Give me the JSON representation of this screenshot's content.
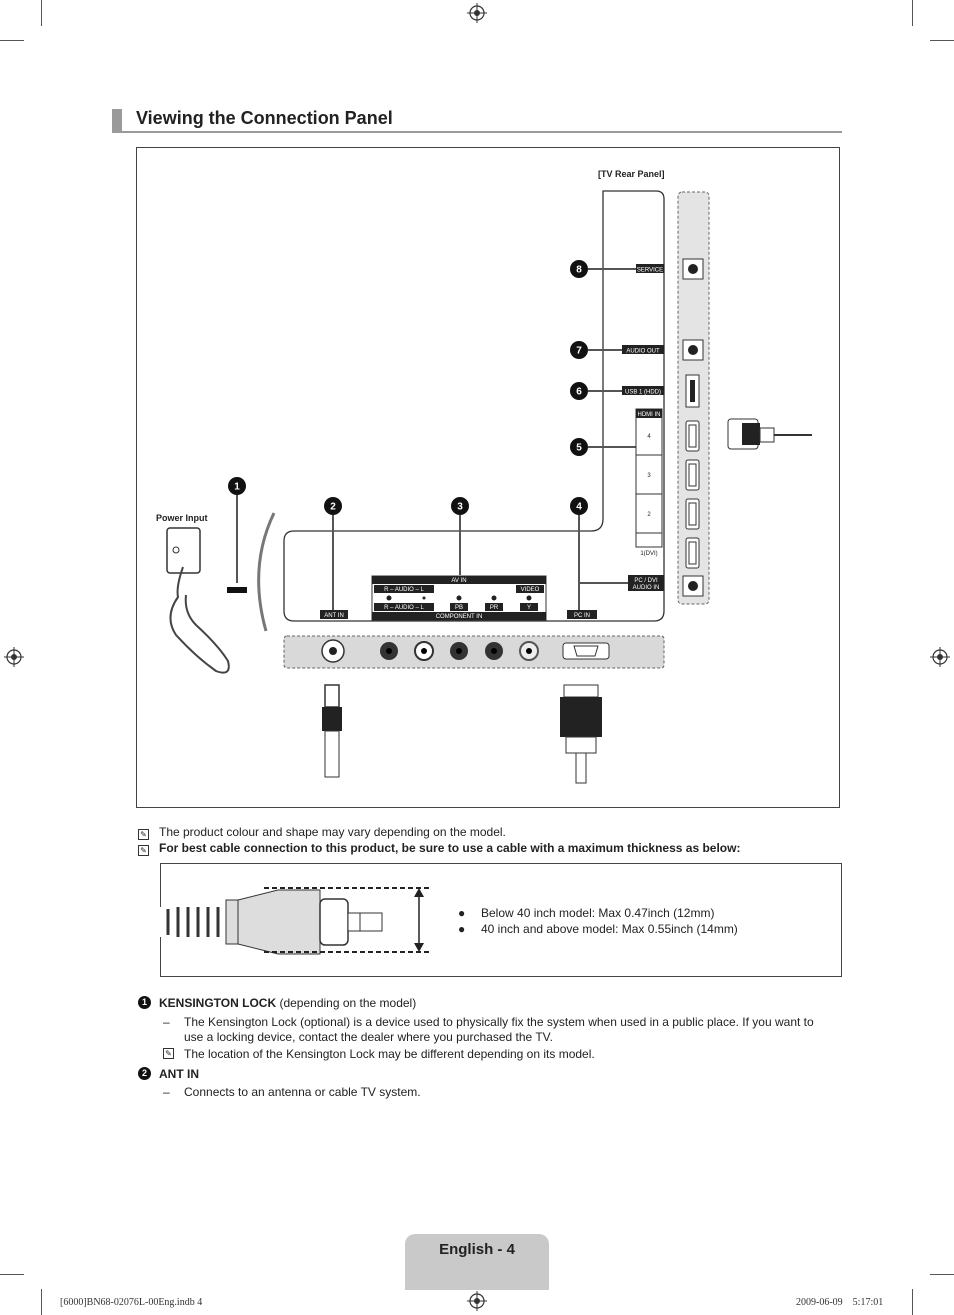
{
  "page_title": "Viewing the Connection Panel",
  "diagram": {
    "panel_caption": "[TV Rear Panel]",
    "power_input_label": "Power Input",
    "callouts": [
      "1",
      "2",
      "3",
      "4",
      "5",
      "6",
      "7",
      "8"
    ],
    "port_labels": {
      "service": "SERVICE",
      "audio_out": "AUDIO OUT",
      "usb": "USB 1 (HDD)",
      "hdmi_in": "HDMI IN",
      "hdmi_4": "4",
      "hdmi_3": "3",
      "hdmi_2": "2",
      "hdmi_1": "1(DVI)",
      "pc_dvi_audio_line1": "PC / DVI",
      "pc_dvi_audio_line2": "AUDIO IN",
      "av_in": "AV IN",
      "audio_r_l_top": "R – AUDIO – L",
      "video": "VIDEO",
      "audio_r_l_bottom": "R – AUDIO – L",
      "pb": "PB",
      "pr": "PR",
      "y": "Y",
      "component_in": "COMPONENT IN",
      "ant_in": "ANT IN",
      "pc_in": "PC IN"
    }
  },
  "notes": [
    "The product colour and shape may vary depending on the model.",
    "For best cable connection to this product, be sure to use a cable with a maximum thickness as below:"
  ],
  "cable_specs": [
    "Below 40 inch model: Max 0.47inch (12mm)",
    "40 inch and above model: Max 0.55inch (14mm)"
  ],
  "sections": [
    {
      "number": "1",
      "heading": "KENSINGTON LOCK",
      "heading_suffix": " (depending on the model)",
      "items": [
        "The Kensington Lock (optional) is a device used to physically fix the system when used in a public place. If you want to use a locking device, contact the dealer where you purchased the TV."
      ],
      "note": "The location of the Kensington Lock may be different depending on its model."
    },
    {
      "number": "2",
      "heading": "ANT IN",
      "items": [
        "Connects to an antenna or cable TV system."
      ]
    }
  ],
  "footer": {
    "page_label": "English - 4",
    "print_file": "[6000]BN68-02076L-00Eng.indb   4",
    "print_date": "2009-06-09      5:17:01"
  },
  "colors": {
    "accent_gray": "#9a9a9a",
    "panel_gray": "#d9d9d9",
    "tab_gray": "#c9c9c9"
  }
}
